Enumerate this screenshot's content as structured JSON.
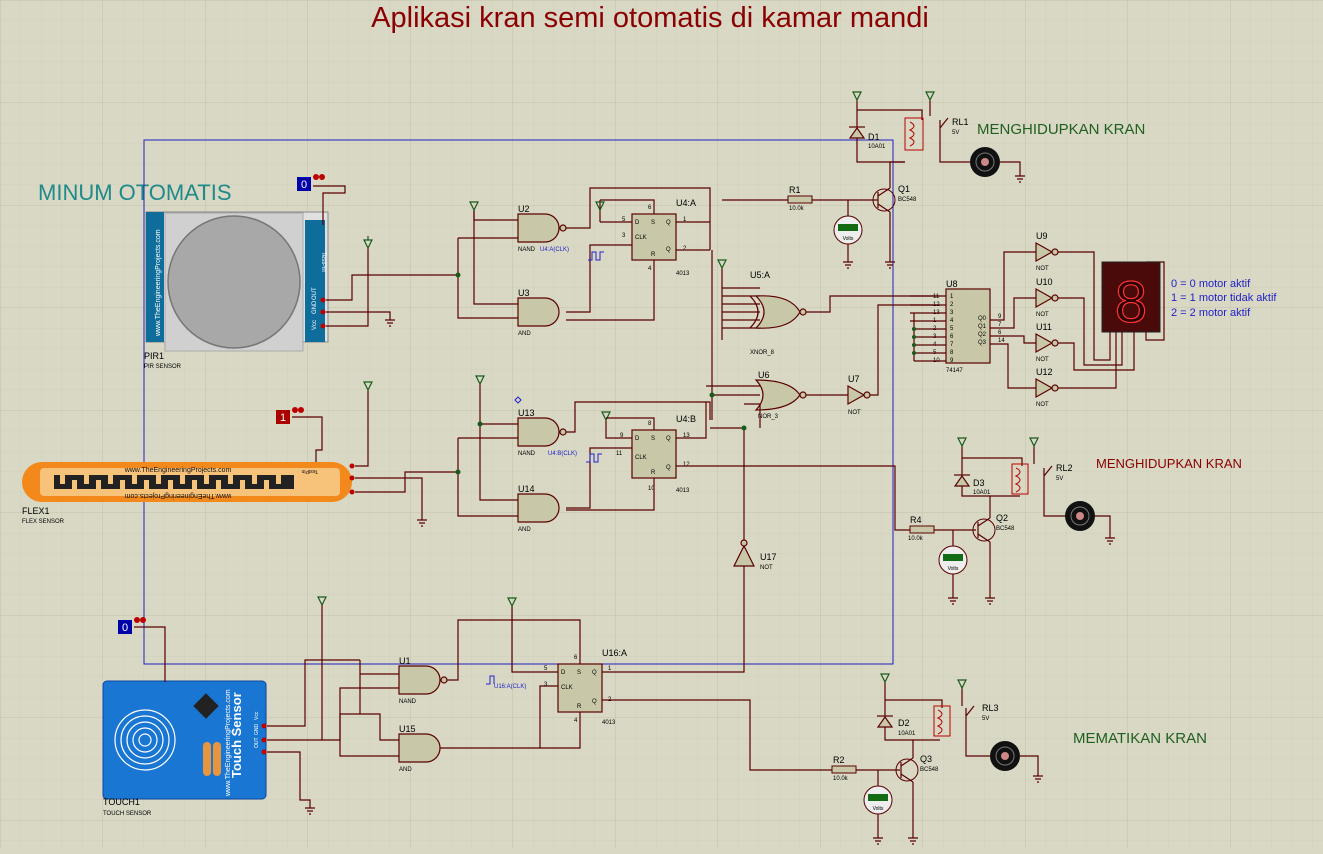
{
  "title": "Aplikasi kran semi otomatis di kamar mandi",
  "section_title": "MINUM OTOMATIS",
  "relay_labels": {
    "rl1": "MENGHIDUPKAN KRAN",
    "rl2": "MENGHIDUPKAN KRAN",
    "rl3": "MEMATIKAN KRAN"
  },
  "legend": [
    "0 = 0 motor aktif",
    "1 = 1 motor tidak aktif",
    "2 = 2 motor aktif"
  ],
  "logic_states": {
    "pir": "0",
    "flex": "1",
    "touch": "0"
  },
  "components": {
    "pir": {
      "ref": "PIR1",
      "type": "PIR SENSOR",
      "site": "www.TheEngineeringProjects.com",
      "pins": [
        "OUT",
        "GND",
        "Vcc"
      ],
      "testpin": "TestPin"
    },
    "flex": {
      "ref": "FLEX1",
      "type": "FLEX SENSOR",
      "site": "www.TheEngineeringProjects.com",
      "testpin": "TestPin"
    },
    "touch": {
      "ref": "TOUCH1",
      "type": "TOUCH SENSOR",
      "site": "www.TheEngineeringProjects.com",
      "title": "Touch Sensor",
      "pins": [
        "OUT",
        "GND",
        "Vcc"
      ]
    },
    "u2": {
      "ref": "U2",
      "type": "NAND"
    },
    "u3": {
      "ref": "U3",
      "type": "AND"
    },
    "u13": {
      "ref": "U13",
      "type": "NAND"
    },
    "u14": {
      "ref": "U14",
      "type": "AND"
    },
    "u1": {
      "ref": "U1",
      "type": "NAND"
    },
    "u15": {
      "ref": "U15",
      "type": "AND"
    },
    "u4a": {
      "ref": "U4:A",
      "part": "4013",
      "clk": "U4:A(CLK)",
      "pins": [
        "D",
        "S",
        "CLK",
        "R",
        "Q",
        "Q"
      ],
      "nums": [
        "5",
        "6",
        "3",
        "4",
        "1",
        "2"
      ]
    },
    "u4b": {
      "ref": "U4:B",
      "part": "4013",
      "clk": "U4:B(CLK)",
      "pins": [
        "D",
        "S",
        "CLK",
        "R",
        "Q",
        "Q"
      ],
      "nums": [
        "9",
        "8",
        "11",
        "10",
        "13",
        "12"
      ]
    },
    "u16a": {
      "ref": "U16:A",
      "part": "4013",
      "clk": "U16:A(CLK)",
      "pins": [
        "D",
        "S",
        "CLK",
        "R",
        "Q",
        "Q"
      ],
      "nums": [
        "5",
        "6",
        "3",
        "4",
        "1",
        "2"
      ]
    },
    "u5a": {
      "ref": "U5:A",
      "type": "XNOR_8"
    },
    "u6": {
      "ref": "U6",
      "type": "NOR_3"
    },
    "u7": {
      "ref": "U7",
      "type": "NOT"
    },
    "u17": {
      "ref": "U17",
      "type": "NOT"
    },
    "u8": {
      "ref": "U8",
      "part": "74147",
      "in_nums": [
        "11",
        "12",
        "13",
        "1",
        "2",
        "3",
        "4",
        "5",
        "10"
      ],
      "in_names": [
        "1",
        "2",
        "3",
        "4",
        "5",
        "6",
        "7",
        "8",
        "9"
      ],
      "out_names": [
        "Q0",
        "Q1",
        "Q2",
        "Q3"
      ],
      "out_nums": [
        "9",
        "7",
        "6",
        "14"
      ]
    },
    "u9": {
      "ref": "U9",
      "type": "NOT"
    },
    "u10": {
      "ref": "U10",
      "type": "NOT"
    },
    "u11": {
      "ref": "U11",
      "type": "NOT"
    },
    "u12": {
      "ref": "U12",
      "type": "NOT"
    },
    "r1": {
      "ref": "R1",
      "value": "10.0k"
    },
    "r2": {
      "ref": "R2",
      "value": "10.0k"
    },
    "r4": {
      "ref": "R4",
      "value": "10.0k"
    },
    "q1": {
      "ref": "Q1",
      "part": "BC548"
    },
    "q2": {
      "ref": "Q2",
      "part": "BC548"
    },
    "q3": {
      "ref": "Q3",
      "part": "BC548"
    },
    "d1": {
      "ref": "D1",
      "part": "10A01"
    },
    "d2": {
      "ref": "D2",
      "part": "10A01"
    },
    "d3": {
      "ref": "D3",
      "part": "10A01"
    },
    "rl1": {
      "ref": "RL1",
      "value": "5V"
    },
    "rl2": {
      "ref": "RL2",
      "value": "5V"
    },
    "rl3": {
      "ref": "RL3",
      "value": "5V"
    },
    "voltmeter": {
      "unit": "Volts"
    }
  },
  "display_digit": "8",
  "colors": {
    "background": "#d8d8c4",
    "grid": "#c9c9b4",
    "wire": "#5a0000",
    "title": "#8b0000",
    "section": "#1f8a8a",
    "legend": "#1f1fc8"
  }
}
